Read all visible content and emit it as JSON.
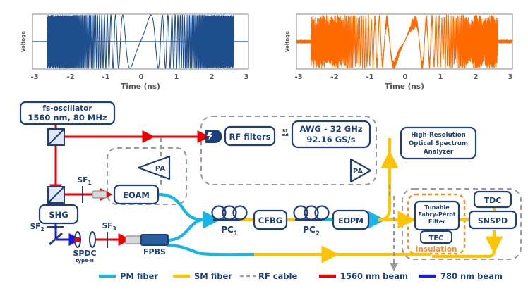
{
  "figure": {
    "title": "Experimental setup schematic with two oscilloscope traces",
    "colors": {
      "pm_fiber": "#18b6e8",
      "sm_fiber": "#ffc400",
      "rf_cable": "#9a9a9a",
      "beam_1560": "#ee0000",
      "beam_780": "#1a1ae0",
      "box_stroke": "#1f3f7a",
      "box_text": "#1f3f7a",
      "insulation": "#ff8a1e",
      "trace_left": "#1f4e8c",
      "trace_right": "#ff6a00",
      "axis": "#888888",
      "tick_text": "#666666"
    }
  },
  "charts": {
    "left": {
      "trace_color": "#1f4e8c",
      "ylabel": "Voltage",
      "xlabel": "Time (ns)",
      "xticks": [
        "-3",
        "-2",
        "-1",
        "0",
        "1",
        "2",
        "3"
      ]
    },
    "right": {
      "trace_color": "#ff6a00",
      "ylabel": "Voltage",
      "xlabel": "Time (ns)",
      "xticks": [
        "-3",
        "-2",
        "-1",
        "0",
        "1",
        "2",
        "3"
      ]
    }
  },
  "chart_data": [
    {
      "type": "line",
      "name": "left-oscilloscope-trace",
      "title": "",
      "xlabel": "Time (ns)",
      "ylabel": "Voltage",
      "xlim": [
        -3.3,
        3.3
      ],
      "ylim": [
        -1.15,
        1.15
      ],
      "xticks": [
        -3,
        -2,
        -1,
        0,
        1,
        2,
        3
      ],
      "yticks": [],
      "grid": false,
      "legend": "none",
      "color": "#1f4e8c",
      "description": "Chirped RF burst: envelope flat-topped from -2.85 ns to 2.85 ns, instantaneous frequency minimum (down-chirp then up-chirp) at t = 0 forming a parabolic gap around center",
      "envelope_start_ns": -2.85,
      "envelope_end_ns": 2.85,
      "chirp_center_ns": 0.0
    },
    {
      "type": "line",
      "name": "right-oscilloscope-trace",
      "title": "",
      "xlabel": "Time (ns)",
      "ylabel": "Voltage",
      "xlim": [
        -3.3,
        3.3
      ],
      "ylim": [
        -1.15,
        1.15
      ],
      "xticks": [
        -3,
        -2,
        -1,
        0,
        1,
        2,
        3
      ],
      "yticks": [],
      "grid": false,
      "legend": "none",
      "color": "#ff6a00",
      "description": "Measured noisy chirped RF burst, same envelope span -2.85 ns to 2.85 ns with amplitude fluctuations and parabolic chirp gap centered at t = 0",
      "envelope_start_ns": -2.85,
      "envelope_end_ns": 2.85,
      "chirp_center_ns": 0.0
    }
  ],
  "diagram": {
    "boxes": {
      "fs_oscillator": {
        "line1": "fs-oscillator",
        "line2": "1560 nm, 80 MHz"
      },
      "rf_filters": {
        "label": "RF filters"
      },
      "awg": {
        "line1": "AWG - 32 GHz",
        "line2": "92.16 GS/s"
      },
      "pa_awg": {
        "label": "PA"
      },
      "pa_eoam": {
        "label": "PA"
      },
      "eoam": {
        "label": "EOAM"
      },
      "shg": {
        "label": "SHG"
      },
      "spdc": {
        "line1": "SPDC",
        "line2": "type-II"
      },
      "fpbs": {
        "label": "FPBS"
      },
      "pc1": {
        "label": "PC",
        "sub": "1"
      },
      "cfbg": {
        "label": "CFBG"
      },
      "pc2": {
        "label": "PC",
        "sub": "2"
      },
      "eopm": {
        "label": "EOPM"
      },
      "hrosa": {
        "line1": "High-Resolution",
        "line2": "Optical Spectrum",
        "line3": "Analyzer"
      },
      "fp_filter": {
        "line1": "Tunable",
        "line2": "Fabry-Pérot",
        "line3": "Filter"
      },
      "tec": {
        "label": "TEC"
      },
      "insulation": {
        "label": "Insulation"
      },
      "tdc": {
        "label": "TDC"
      },
      "snspd": {
        "label": "SNSPD"
      },
      "awg_rf_out": {
        "line1": "RF",
        "line2": "out"
      }
    },
    "spectral_filters": [
      {
        "label": "SF",
        "sub": "1"
      },
      {
        "label": "SF",
        "sub": "2"
      },
      {
        "label": "SF",
        "sub": "3"
      }
    ],
    "icons": {
      "photodetector": "photodetector-icon",
      "beamsplitter": "beamsplitter-icon",
      "mirror": "mirror-icon",
      "lens": "lens-icon",
      "polarization-controller": "polarization-controller-icon",
      "amplifier": "amplifier-triangle-icon"
    }
  },
  "legend": {
    "items": [
      {
        "label": "PM fiber",
        "color": "#18b6e8",
        "style": "solid"
      },
      {
        "label": "SM fiber",
        "color": "#ffc400",
        "style": "solid"
      },
      {
        "label": "RF cable",
        "color": "#9a9a9a",
        "style": "dashed"
      },
      {
        "label": "1560 nm beam",
        "color": "#ee0000",
        "style": "solid"
      },
      {
        "label": "780 nm beam",
        "color": "#1a1ae0",
        "style": "solid"
      }
    ]
  }
}
